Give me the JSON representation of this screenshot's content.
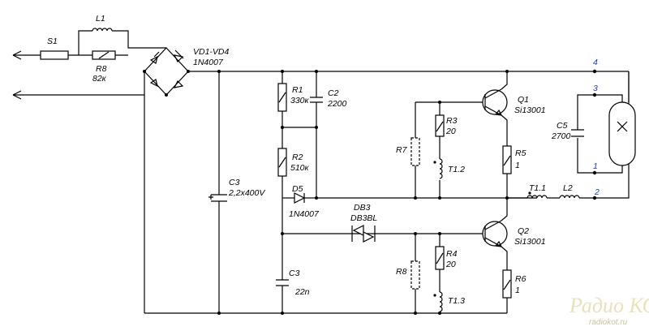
{
  "components": {
    "S1": "S1",
    "L1": "L1",
    "R8top_name": "R8",
    "R8top_value": "82к",
    "bridge_name": "VD1-VD4",
    "bridge_value": "1N4007",
    "C3big_name": "C3",
    "C3big_value": "2,2x400V",
    "R1_name": "R1",
    "R1_value": "330к",
    "C2_name": "C2",
    "C2_value": "2200",
    "R2_name": "R2",
    "R2_value": "510к",
    "D5_name": "D5",
    "D5_value": "1N4007",
    "DB3_name": "DB3",
    "DB3_value": "DB3BL",
    "C3small_name": "C3",
    "C3small_value": "22n",
    "R7_name": "R7",
    "R3_name": "R3",
    "R3_value": "20",
    "T12": "T1.2",
    "Q1_name": "Q1",
    "Q1_value": "Si13001",
    "R5_name": "R5",
    "R5_value": "1",
    "R8bot_name": "R8",
    "R4_name": "R4",
    "R4_value": "20",
    "T13": "T1.3",
    "Q2_name": "Q2",
    "Q2_value": "Si13001",
    "R6_name": "R6",
    "R6_value": "1",
    "T11": "T1.1",
    "L2": "L2",
    "C5_name": "C5",
    "C5_value": "2700"
  },
  "pins": {
    "p4": "4",
    "p3": "3",
    "p1": "1",
    "p2": "2"
  },
  "watermark": {
    "title": "Радио КОТ",
    "url": "radiokot.ru"
  },
  "colors": {
    "wire": "#000000",
    "pin_numbers": "#2040c0",
    "watermark": "#e8e2b8"
  }
}
